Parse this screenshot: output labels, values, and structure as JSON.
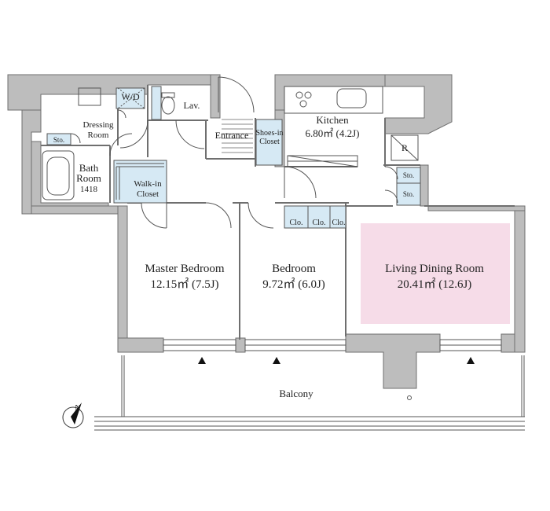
{
  "rooms": {
    "wd": "W/D",
    "lav": "Lav.",
    "dressing_line1": "Dressing",
    "dressing_line2": "Room",
    "sto_bath": "Sto.",
    "bath_line1": "Bath",
    "bath_line2": "Room",
    "bath_size": "1418",
    "walkin_line1": "Walk-in",
    "walkin_line2": "Closet",
    "entrance": "Entrance",
    "shoes_line1": "Shoes-in",
    "shoes_line2": "Closet",
    "kitchen": "Kitchen",
    "kitchen_area": "6.80㎡ (4.2J)",
    "refrigerator": "R",
    "sto_1": "Sto.",
    "sto_2": "Sto.",
    "clo_1": "Clo.",
    "clo_2": "Clo.",
    "clo_3": "Clo.",
    "master": "Master Bedroom",
    "master_area": "12.15㎡ (7.5J)",
    "bedroom": "Bedroom",
    "bedroom_area": "9.72㎡ (6.0J)",
    "ldk": "Living Dining Room",
    "ldk_area": "20.41㎡ (12.6J)",
    "balcony": "Balcony"
  },
  "compass": {
    "letter": "N"
  },
  "colors": {
    "wall": "#bdbdbd",
    "wall_stroke": "#6f6f6f",
    "storage": "#d6e9f4",
    "living_highlight": "#f6dce8",
    "line": "#555555"
  }
}
